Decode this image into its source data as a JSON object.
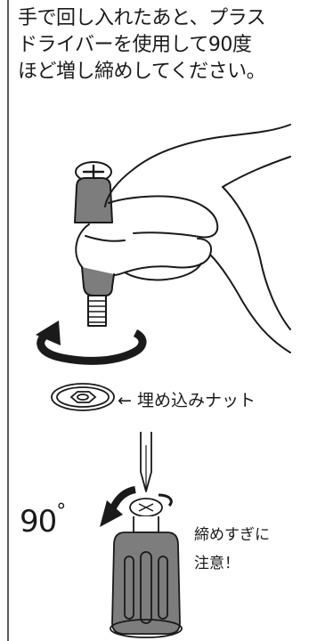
{
  "instruction": {
    "lines": [
      "手で回し入れたあと、プラス",
      "ドライバーを使用して90度",
      "ほど増し締めしてください。"
    ]
  },
  "labels": {
    "nut_arrow": "←",
    "nut_text": "埋め込みナット",
    "angle_value": "90",
    "angle_unit": "°",
    "caution_lines": [
      "締めすぎに",
      "注意！"
    ]
  },
  "colors": {
    "knob_grey": "#7d7d7d",
    "ink": "#1a1a1a",
    "rule": "#5a5a5a"
  }
}
